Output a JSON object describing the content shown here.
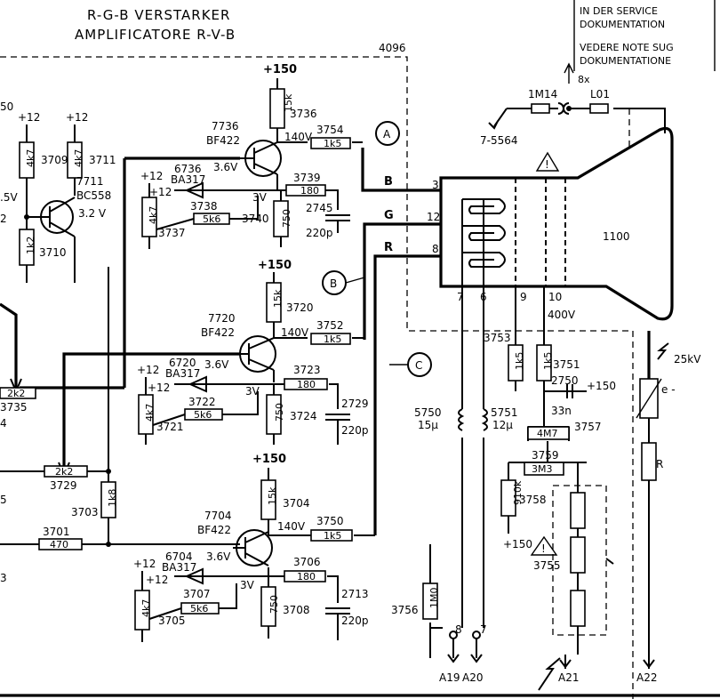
{
  "header": {
    "line1": "R-G-B VERSTARKER",
    "line2": "AMPLIFICATORE R-V-B"
  },
  "notes": {
    "n1": "IN DER SERVICE",
    "n2": "DOKUMENTATION",
    "n3": "VEDERE NOTE SUG",
    "n4": "DOKUMENTATIONE"
  },
  "labels": {
    "sheet": "4096",
    "crt": "1100",
    "hv": "25kV",
    "hv_sym": "e -",
    "r_bleeder": "R",
    "v400": "400V",
    "v150a": "+150",
    "v150b": "+150",
    "v150c": "+150",
    "v150d": "+150",
    "v150e": "+150",
    "n12a": "+12",
    "n12b": "+12",
    "n12c": "+12",
    "n12d": "+12",
    "n12e": "+12",
    "n12f": "+12",
    "n12g": "+12",
    "n12h": "+12",
    "n50": "50",
    "n5v": ".5V",
    "n2": "2",
    "n4": "4",
    "n5": "5",
    "n3": "3",
    "v32": "3.2 V",
    "ref7564": "7-5564",
    "ref1m14": "1M14",
    "refL01": "L01",
    "ref8x": "8x",
    "sigB": "B",
    "sigG": "G",
    "sigR": "R",
    "pin3": "3",
    "pin12": "12",
    "pin8": "8",
    "pin7": "7",
    "pin6": "6",
    "pin9": "9",
    "pin10": "10",
    "pin8b": "8",
    "pin7b": "7",
    "A19": "A19",
    "A20": "A20",
    "A21": "A21",
    "A22": "A22",
    "cA": "A",
    "cB": "B",
    "cC": "C"
  },
  "transistors": [
    {
      "ref": "7736",
      "type": "BF422",
      "vc": "140V",
      "vb": "3.6V",
      "ve": "3V"
    },
    {
      "ref": "7720",
      "type": "BF422",
      "vc": "140V",
      "vb": "3.6V",
      "ve": "3V"
    },
    {
      "ref": "7704",
      "type": "BF422",
      "vc": "140V",
      "vb": "3.6V",
      "ve": "3V"
    },
    {
      "ref": "7711",
      "type": "BC558"
    }
  ],
  "diodes": [
    {
      "ref": "6736",
      "type": "BA317"
    },
    {
      "ref": "6720",
      "type": "BA317"
    },
    {
      "ref": "6704",
      "type": "BA317"
    }
  ],
  "resistors": {
    "r3736": {
      "ref": "3736",
      "val": "15k"
    },
    "r3754": {
      "ref": "3754",
      "val": "1k5"
    },
    "r3739": {
      "ref": "3739",
      "val": "180"
    },
    "r3738": {
      "ref": "3738",
      "val": "5k6"
    },
    "r3737": {
      "ref": "3737",
      "val": "4k7"
    },
    "r3740": {
      "ref": "3740",
      "val": "750"
    },
    "r3709": {
      "ref": "3709",
      "val": "4k7"
    },
    "r3711": {
      "ref": "3711",
      "val": "4k7"
    },
    "r3710": {
      "ref": "3710",
      "val": "1k2"
    },
    "r3720": {
      "ref": "3720",
      "val": "15k"
    },
    "r3752": {
      "ref": "3752",
      "val": "1k5"
    },
    "r3723": {
      "ref": "3723",
      "val": "180"
    },
    "r3722": {
      "ref": "3722",
      "val": "5k6"
    },
    "r3721": {
      "ref": "3721",
      "val": "4k7"
    },
    "r3724": {
      "ref": "3724",
      "val": "750"
    },
    "r3735": {
      "ref": "3735",
      "val": "2k2"
    },
    "r3729": {
      "ref": "3729",
      "val": "2k2"
    },
    "r3703": {
      "ref": "3703",
      "val": "1k8"
    },
    "r3701": {
      "ref": "3701",
      "val": "470"
    },
    "r3704": {
      "ref": "3704",
      "val": "15k"
    },
    "r3750": {
      "ref": "3750",
      "val": "1k5"
    },
    "r3706": {
      "ref": "3706",
      "val": "180"
    },
    "r3707": {
      "ref": "3707",
      "val": "5k6"
    },
    "r3705": {
      "ref": "3705",
      "val": "4k7"
    },
    "r3708": {
      "ref": "3708",
      "val": "750"
    },
    "r3753": {
      "ref": "3753",
      "val": "1k5"
    },
    "r3751": {
      "ref": "3751",
      "val": "1k5"
    },
    "r3757": {
      "ref": "3757",
      "val": "4M7"
    },
    "r3759": {
      "ref": "3759",
      "val": "3M3"
    },
    "r3758": {
      "ref": "3758",
      "val": "910k"
    },
    "r3756": {
      "ref": "3756",
      "val": "1M0"
    },
    "r3755": {
      "ref": "3755"
    }
  },
  "capacitors": {
    "c2745": {
      "ref": "2745",
      "val": "220p"
    },
    "c2729": {
      "ref": "2729",
      "val": "220p"
    },
    "c2713": {
      "ref": "2713",
      "val": "220p"
    },
    "c2750": {
      "ref": "2750",
      "val": "33n"
    }
  },
  "inductors": {
    "l5750": {
      "ref": "5750",
      "val": "15μ"
    },
    "l5751": {
      "ref": "5751",
      "val": "12μ"
    }
  }
}
